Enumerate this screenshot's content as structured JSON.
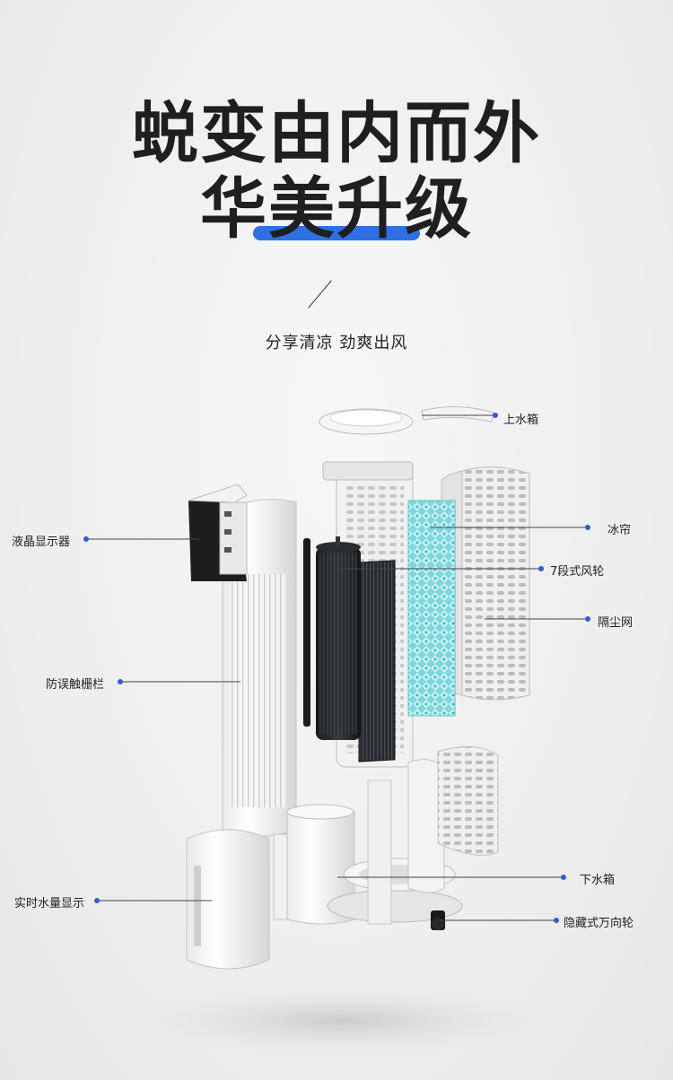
{
  "headline": {
    "line1": "蜕变由内而外",
    "line2": "华美升级"
  },
  "tagline": "分享清凉   劲爽出风",
  "colors": {
    "accent": "#2f6fe4",
    "dot": "#2e5fd1",
    "text": "#1f1f1f"
  },
  "callouts": {
    "upper_tank": "上水箱",
    "ice_curtain": "冰帘",
    "fan_wheel": "7段式风轮",
    "dust_filter": "隔尘网",
    "lcd": "液晶显示器",
    "guard_grille": "防误触栅栏",
    "lower_tank": "下水箱",
    "water_level": "实时水量显示",
    "caster": "隐藏式万向轮"
  }
}
